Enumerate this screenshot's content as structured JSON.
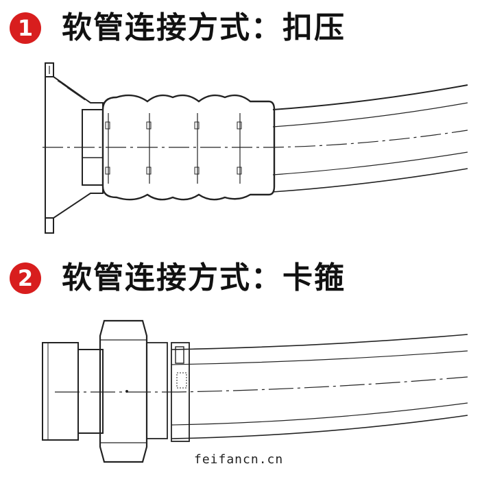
{
  "sections": [
    {
      "number": "1",
      "title": "软管连接方式：扣压"
    },
    {
      "number": "2",
      "title": "软管连接方式：卡箍"
    }
  ],
  "watermark": "feifancn.cn"
}
